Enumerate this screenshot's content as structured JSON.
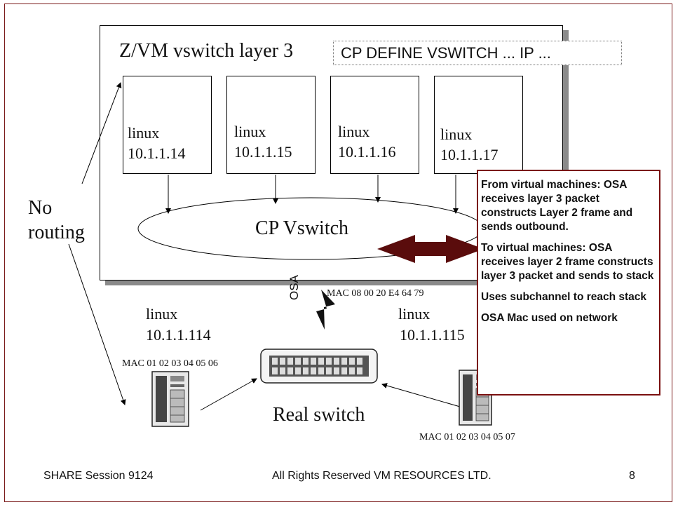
{
  "title": "Z/VM vswitch layer 3",
  "command": "CP DEFINE VSWITCH ... IP ...",
  "guests": [
    {
      "name": "linux",
      "ip": "10.1.1.14"
    },
    {
      "name": "linux",
      "ip": "10.1.1.15"
    },
    {
      "name": "linux",
      "ip": "10.1.1.16"
    },
    {
      "name": "linux",
      "ip": "10.1.1.17"
    }
  ],
  "cp_vswitch_label": "CP Vswitch",
  "no_routing": {
    "line1": "No",
    "line2": "routing"
  },
  "osa_label": "OSA",
  "osa_mac": "MAC 08 00 20 E4 64 79",
  "host_left": {
    "name": "linux",
    "ip": "10.1.1.114",
    "mac": "MAC 01 02 03 04 05 06"
  },
  "host_right": {
    "name": "linux",
    "ip": "10.1.1.115",
    "mac": "MAC 01 02 03 04 05 07"
  },
  "real_switch_label": "Real switch",
  "info_box": [
    "From virtual machines: OSA receives layer 3 packet constructs Layer 2 frame and sends outbound.",
    "To virtual machines: OSA receives layer 2 frame constructs layer 3 packet and sends  to stack",
    "Uses subchannel to reach stack",
    "OSA Mac used on network"
  ],
  "footer": {
    "left": "SHARE Session 9124",
    "center": "All Rights Reserved VM RESOURCES LTD.",
    "page": "8"
  },
  "colors": {
    "accent": "#7a0f0f",
    "arrow": "#5a0c0c",
    "shadow": "#8a8a8a"
  }
}
